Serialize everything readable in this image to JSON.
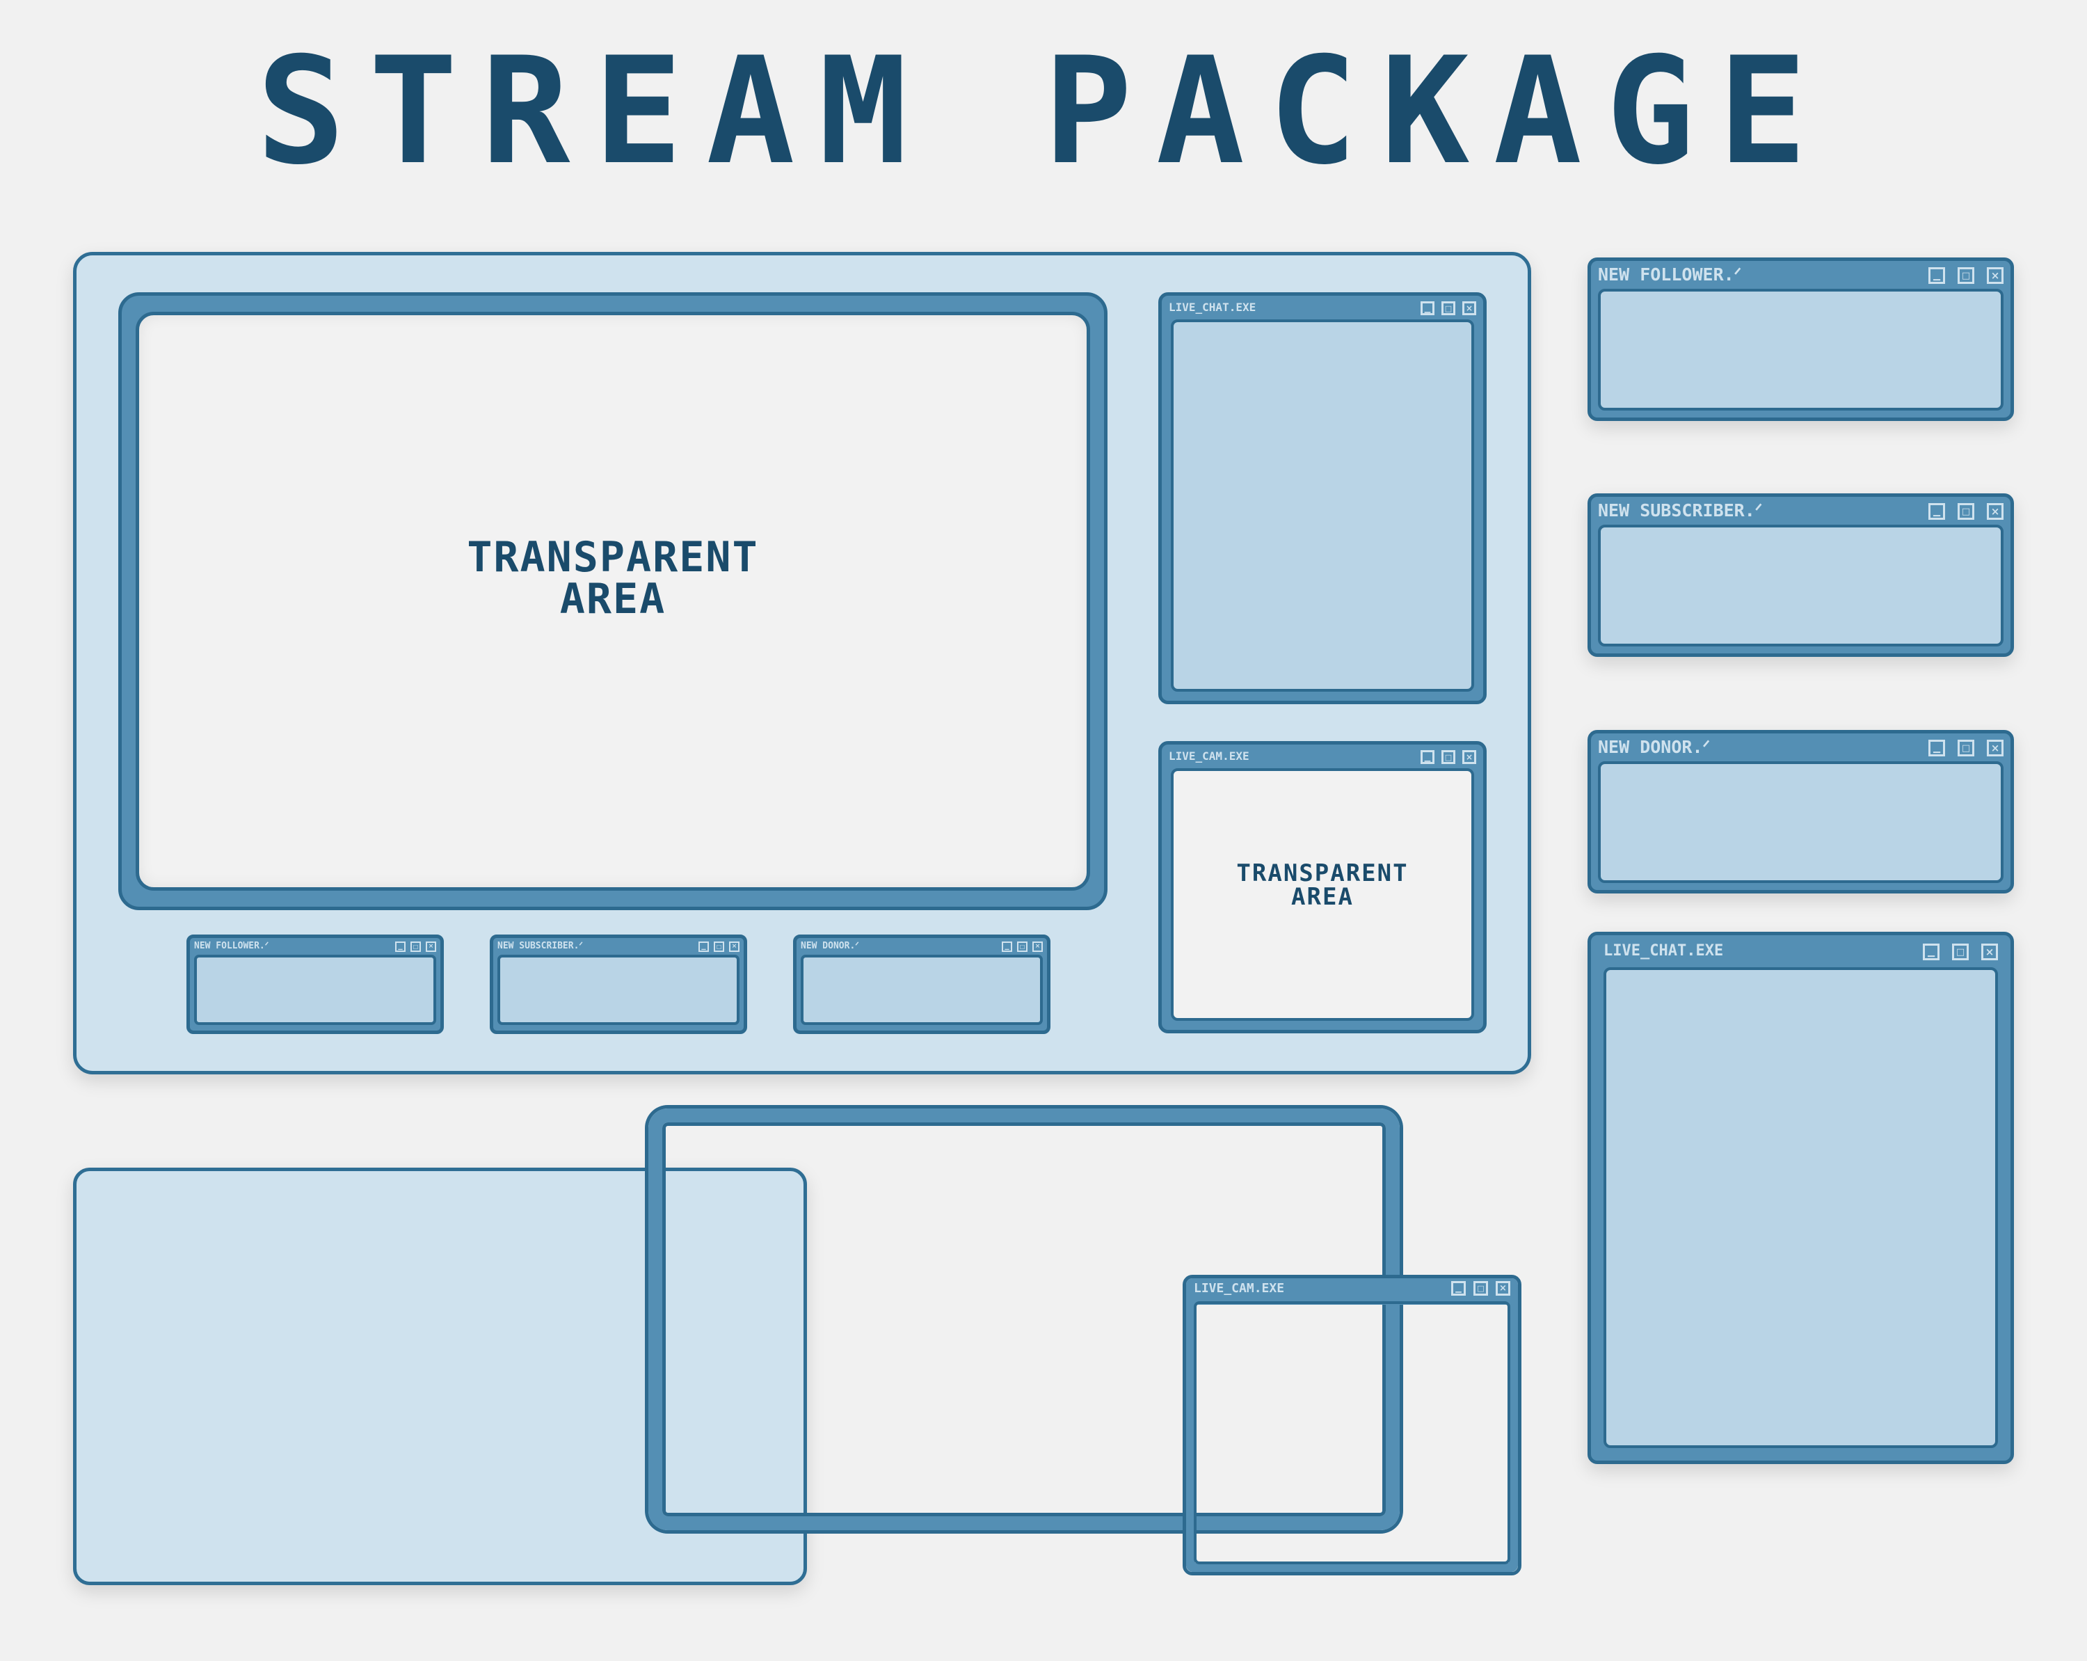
{
  "title": "STREAM PACKAGE",
  "transparent_area": {
    "line1": "TRANSPARENT",
    "line2": "AREA"
  },
  "windows": {
    "live_chat": "LIVE_CHAT.EXE",
    "live_cam": "LIVE_CAM.EXE",
    "new_follower": "NEW FOLLOWER.ᐟ",
    "new_subscriber": "NEW SUBSCRIBER.ᐟ",
    "new_donor": "NEW DONOR.ᐟ"
  },
  "icons": {
    "minimize": "minimize-icon",
    "maximize": "maximize-icon",
    "close": "close-icon"
  },
  "colors": {
    "background": "#f1f1f1",
    "dark_blue": "#1a4b6b",
    "mid_blue": "#548fb4",
    "light_blue": "#b9d4e6",
    "panel_blue": "#cfe2ee"
  }
}
